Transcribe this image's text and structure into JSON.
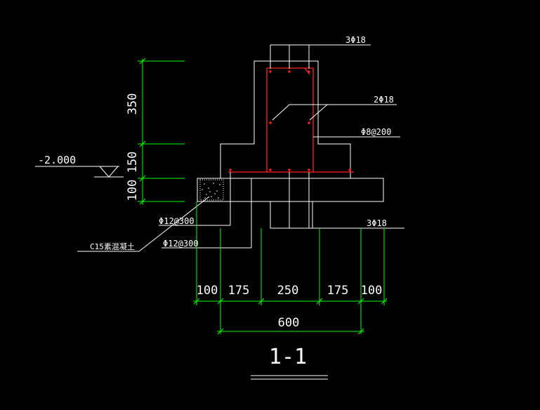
{
  "drawing": {
    "section_title": "1-1",
    "elevation_label": "-2.000",
    "colors": {
      "background": "#000000",
      "outline": "#ffffff",
      "dimension": "#00ff00",
      "rebar": "#ff2020"
    }
  },
  "dimensions": {
    "vertical": [
      "350",
      "150",
      "100"
    ],
    "horizontal": [
      "100",
      "175",
      "250",
      "175",
      "100"
    ],
    "total_width": "600"
  },
  "annotations": {
    "top_bars": "3Φ18",
    "side_bars": "2Φ18",
    "stirrups": "Φ8@200",
    "bottom_bars": "3Φ18",
    "slab_bars_upper": "Φ12@300",
    "slab_bars_lower": "Φ12@300",
    "blinding": "C15素混凝土"
  }
}
